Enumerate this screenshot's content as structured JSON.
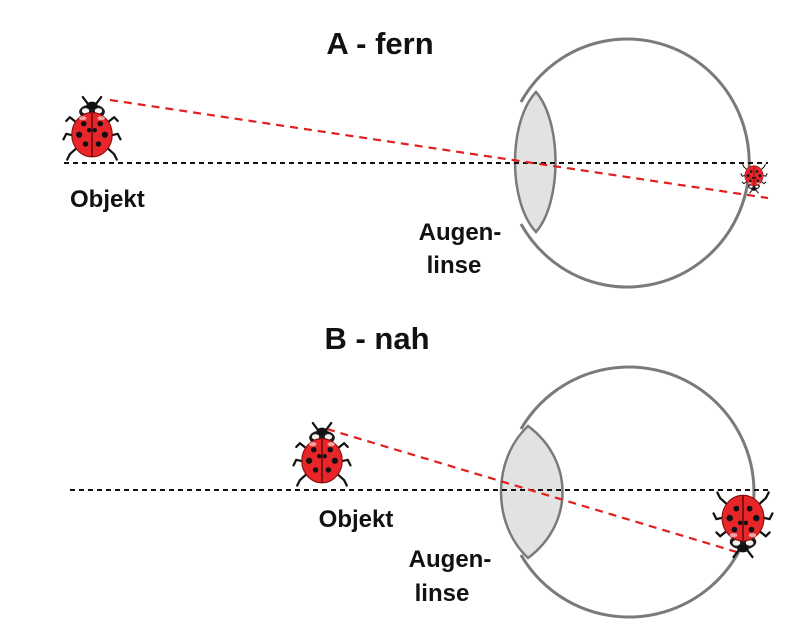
{
  "colors": {
    "eye_outline": "#7a7a7a",
    "eye_fill": "#e8e8e8",
    "lens_fill": "#e2e2e2",
    "ray": "#e0201e",
    "axis": "#111111",
    "ladybug_red": "#e8262a",
    "ladybug_black": "#111111"
  },
  "panel_a": {
    "title": "A - fern",
    "object_label": "Objekt",
    "lens_label_line1": "Augen-",
    "lens_label_line2": "linse"
  },
  "panel_b": {
    "title": "B - nah",
    "object_label": "Objekt",
    "lens_label_line1": "Augen-",
    "lens_label_line2": "linse"
  },
  "icons": [
    "ladybug-object-icon",
    "ladybug-image-icon"
  ]
}
